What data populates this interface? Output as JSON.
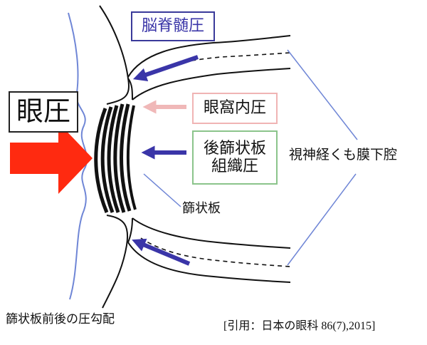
{
  "labels": {
    "intraocular_pressure": "眼圧",
    "csf_pressure": "脳脊髄圧",
    "orbital_pressure": "眼窩内圧",
    "lamina_tissue_pressure_line1": "後篩状板",
    "lamina_tissue_pressure_line2": "組織圧",
    "lamina_cribrosa": "篩状板",
    "subarachnoid_space": "視神経くも膜下腔",
    "caption": "篩状板前後の圧勾配",
    "citation": "[引用：日本の眼科 86(7),2015]"
  },
  "colors": {
    "iop_arrow": "#ff2a10",
    "csf_arrow": "#3a35a8",
    "orbital_arrow": "#f0b8b8",
    "lamina_arrow": "#3a35a8",
    "csf_box_border": "#3a3a9a",
    "orbital_box_border": "#f0b4b4",
    "lamina_box_border": "#8bc48b",
    "iop_box_border": "#222222",
    "blue_line": "#6f86d6"
  }
}
